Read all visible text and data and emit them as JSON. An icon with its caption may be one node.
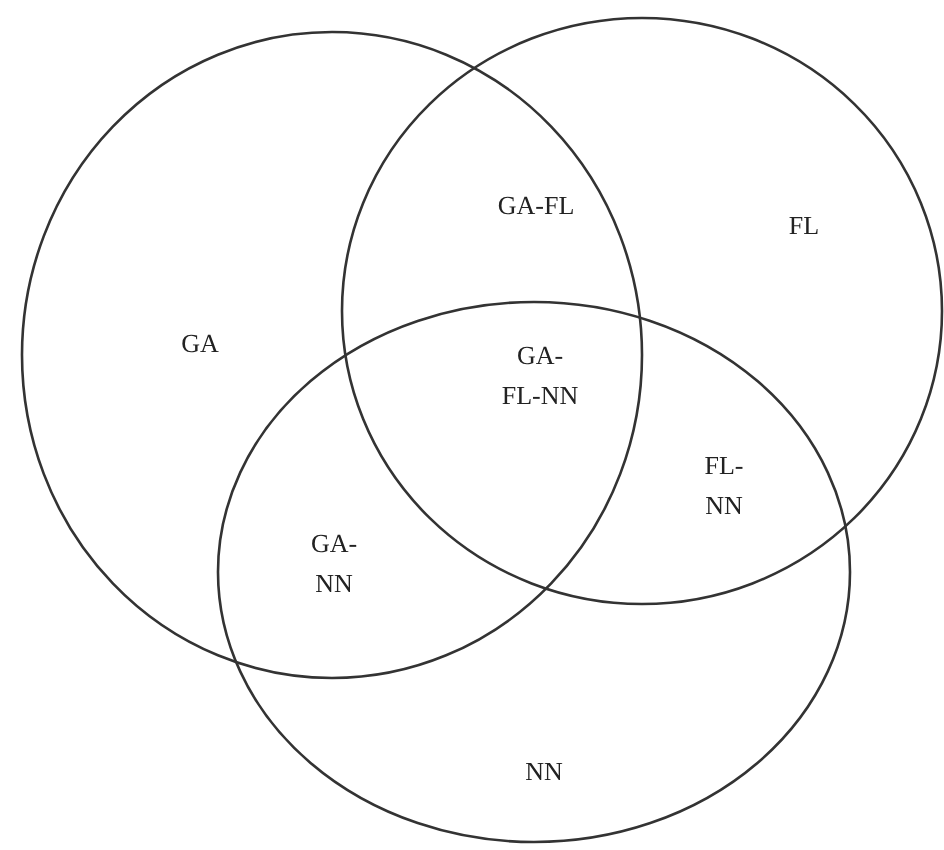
{
  "diagram": {
    "nodes": [
      {
        "text": [
          "GA"
        ]
      },
      {
        "text": [
          "FL"
        ]
      },
      {
        "text": [
          "NN"
        ]
      }
    ],
    "labels": [
      "GA-FL",
      "GA-FL-NN",
      "FL-NN",
      "GA-NN"
    ]
  }
}
